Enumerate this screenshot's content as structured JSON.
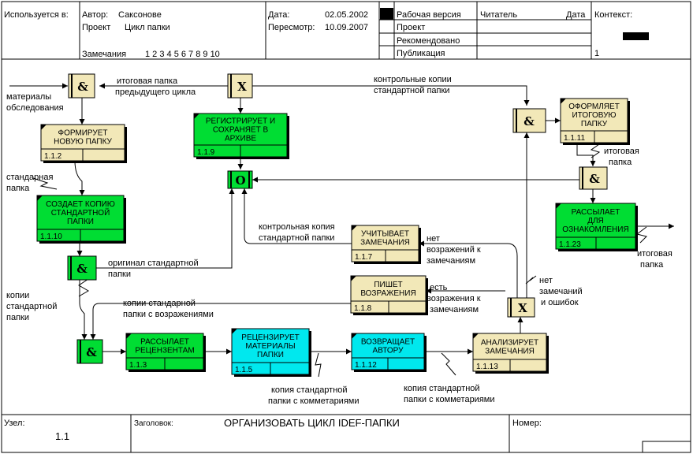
{
  "header": {
    "used_at": "Используется в:",
    "author_label": "Автор:",
    "author": "Саксонове",
    "project_label": "Проект",
    "project": "Цикл папки",
    "notes_label": "Замечания",
    "notes_numbers": "1 2 3 4 5 6 7 8 9 10",
    "date_label": "Дата:",
    "date": "02.05.2002",
    "rev_label": "Пересмотр:",
    "rev_date": "10.09.2007",
    "status_working": "Рабочая версия",
    "status_draft": "Проект",
    "status_recommended": "Рекомендовано",
    "status_publication": "Публикация",
    "reader_label": "Читатель",
    "reader_date_label": "Дата",
    "context_label": "Контекст:",
    "context_number": "1"
  },
  "footer": {
    "node_label": "Узел:",
    "node_value": "1.1",
    "title_label": "Заголовок:",
    "title": "ОРГАНИЗОВАТЬ ЦИКЛ IDEF-ПАПКИ",
    "number_label": "Номер:"
  },
  "boxes": {
    "b112": {
      "lines": [
        "ФОРМИРУЕТ",
        "НОВУЮ ПАПКУ"
      ],
      "num": "1.1.2"
    },
    "b1110": {
      "lines": [
        "СОЗДАЕТ КОПИЮ",
        "СТАНДАРТНОЙ",
        "ПАПКИ"
      ],
      "num": "1.1.10"
    },
    "b119": {
      "lines": [
        "РЕГИСТРИРУЕТ И",
        "СОХРАНЯЕТ В",
        "АРХИВЕ"
      ],
      "num": "1.1.9"
    },
    "b117": {
      "lines": [
        "УЧИТЫВАЕТ",
        "ЗАМЕЧАНИЯ"
      ],
      "num": "1.1.7"
    },
    "b118": {
      "lines": [
        "ПИШЕТ",
        "ВОЗРАЖЕНИЯ"
      ],
      "num": "1.1.8"
    },
    "b113": {
      "lines": [
        "РАССЫЛАЕТ",
        "РЕЦЕНЗЕНТАМ"
      ],
      "num": "1.1.3"
    },
    "b115": {
      "lines": [
        "РЕЦЕНЗИРУЕТ",
        "МАТЕРИАЛЫ",
        "ПАПКИ"
      ],
      "num": "1.1.5"
    },
    "b1112": {
      "lines": [
        "ВОЗВРАЩАЕТ",
        "АВТОРУ"
      ],
      "num": "1.1.12"
    },
    "b1113": {
      "lines": [
        "АНАЛИЗИРУЕТ",
        "ЗАМЕЧАНИЯ"
      ],
      "num": "1.1.13"
    },
    "b1111": {
      "lines": [
        "ОФОРМЛЯЕТ",
        "ИТОГОВУЮ",
        "ПАПКУ"
      ],
      "num": "1.1.11"
    },
    "b1123": {
      "lines": [
        "РАССЫЛАЕТ",
        "ДЛЯ",
        "ОЗНАКОМЛЕНИЯ"
      ],
      "num": "1.1.23"
    }
  },
  "junctions": {
    "and_symbol": "&",
    "x_symbol": "X",
    "o_symbol": "O"
  },
  "labels": {
    "materials": [
      "материалы",
      "обследования"
    ],
    "final_prev": [
      "итоговая папка",
      "предыдущего цикла"
    ],
    "control_copies": [
      "контрольные копии",
      "стандартной папки"
    ],
    "standard_folder": [
      "стандарная",
      "папка"
    ],
    "final_folder_mid": [
      "итоговая",
      "папка"
    ],
    "control_copy": [
      "контрольная копия",
      "стандартной папки"
    ],
    "no_objections": [
      "нет",
      "возражений к",
      "замечаниям"
    ],
    "original": [
      "оригинал стандартной",
      "папки"
    ],
    "copies": [
      "копии",
      "стандартной",
      "папки"
    ],
    "copies_objections": [
      "копии стандарной",
      "папки с возражениями"
    ],
    "has_objections": [
      "есть",
      "возражения к",
      "замечаниям"
    ],
    "no_notes": [
      "нет",
      "замечаний",
      "и ошибок"
    ],
    "final_folder_out": [
      "итоговая",
      "папка"
    ],
    "copy_comments_1": [
      "копия стандартной",
      "папки с комметариями"
    ],
    "copy_comments_2": [
      "копия стандартной",
      "папки с комметариями"
    ]
  },
  "colors": {
    "green": "#00dd33",
    "cyan": "#00e8ee",
    "tan": "#f2e8b8"
  }
}
